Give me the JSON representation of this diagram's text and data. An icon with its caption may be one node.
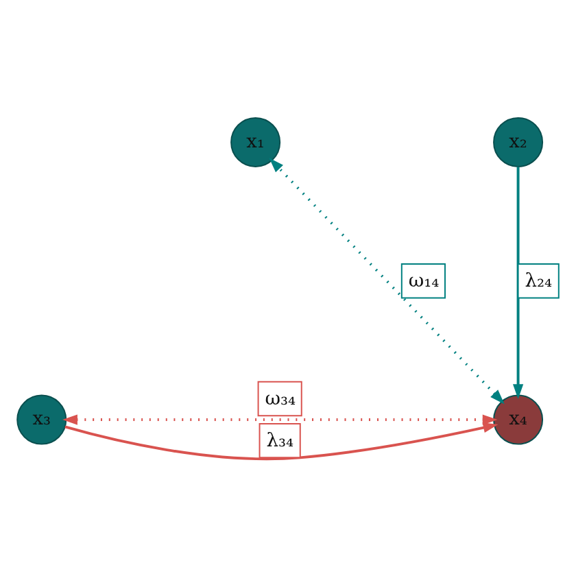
{
  "diagram": {
    "nodes": [
      {
        "text": [
          "x₁"
        ]
      },
      {
        "text": [
          "x₂"
        ]
      },
      {
        "text": [
          "x₃"
        ]
      },
      {
        "text": [
          "x₄"
        ]
      }
    ],
    "edges": [
      {
        "from": 3,
        "to": 0,
        "arrow": "both",
        "label": "ω₁₄",
        "style": "dashed"
      },
      {
        "from": 1,
        "to": 3,
        "arrow": "to",
        "label": "λ₂₄"
      },
      {
        "from": 2,
        "to": 3,
        "arrow": "to",
        "label": "λ₃₄",
        "color": "#d9534f"
      },
      {
        "from": 2,
        "to": 3,
        "arrow": "both",
        "label": "ω₃₄",
        "style": "dashed",
        "color": "#d9534f"
      }
    ]
  }
}
